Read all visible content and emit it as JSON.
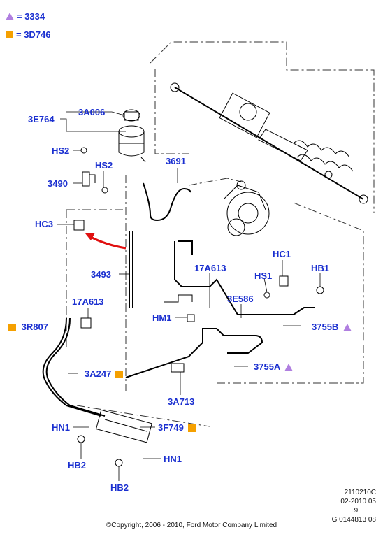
{
  "legend": [
    {
      "symbol": "triangle",
      "label": "= 3334"
    },
    {
      "symbol": "square",
      "label": "= 3D746"
    }
  ],
  "colors": {
    "label": "#1a2fd0",
    "triangle_marker": "#b07fe0",
    "square_marker": "#f5a000",
    "arrow": "#e01010",
    "line_art": "#000000"
  },
  "labels": {
    "3E764": "3E764",
    "3A006": "3A006",
    "HS2_a": "HS2",
    "HS2_b": "HS2",
    "3490": "3490",
    "3691": "3691",
    "HC3": "HC3",
    "3493": "3493",
    "17A613_a": "17A613",
    "17A613_b": "17A613",
    "HC1": "HC1",
    "HS1": "HS1",
    "HB1": "HB1",
    "3E586": "3E586",
    "HM1": "HM1",
    "3755B": "3755B",
    "3R807": "3R807",
    "3A247": "3A247",
    "3755A": "3755A",
    "3A713": "3A713",
    "HN1_a": "HN1",
    "3F749": "3F749",
    "HB2_a": "HB2",
    "HN1_b": "HN1",
    "HB2_b": "HB2"
  },
  "reference": {
    "line1": "2110210C",
    "line2": "02-2010 05",
    "line3": "T9",
    "line4": "G 0144813 08"
  },
  "copyright": "©Copyright, 2006 - 2010, Ford Motor Company Limited"
}
